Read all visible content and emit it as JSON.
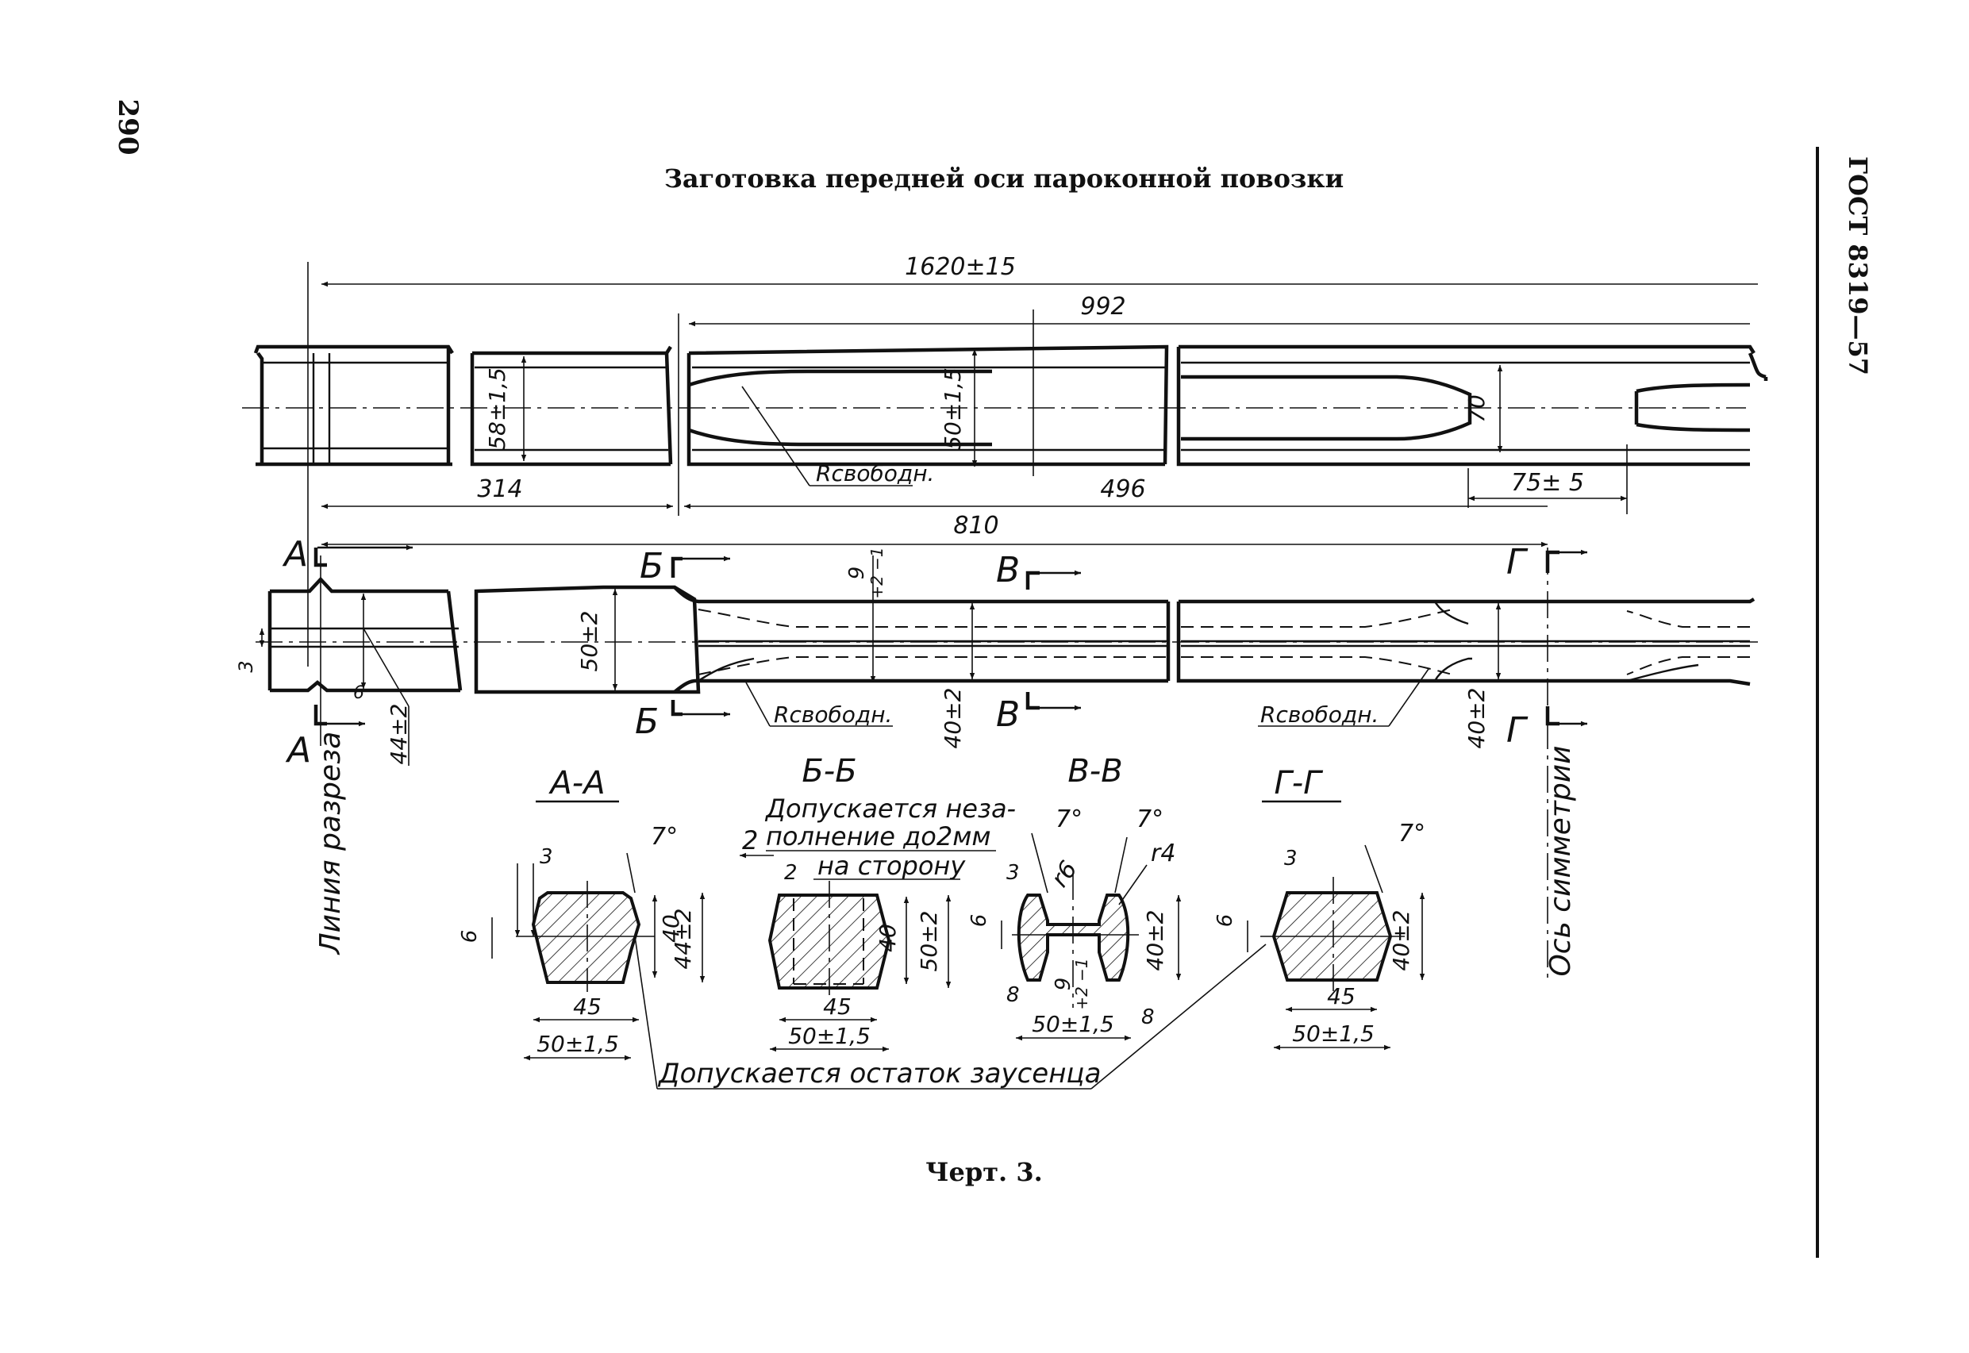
{
  "page_number": "290",
  "standard": "ГОСТ 8319—57",
  "title": "Заготовка передней оси пароконной повозки",
  "caption": "Черт. 3.",
  "dimensions": {
    "overall": "1620±15",
    "d992": "992",
    "d314": "314",
    "d496": "496",
    "d810": "810",
    "d75": "75± 5",
    "h58": "58±1,5",
    "h50": "50±1,5",
    "d70": "70",
    "h50_2": "50±2",
    "h40_a": "40±2",
    "h40_b": "40±2",
    "h44": "44±2",
    "d9": "9",
    "d9_tol": "+2 −1",
    "d3": "3",
    "d6": "6",
    "r_free": "Rсвободн."
  },
  "section_marks": {
    "a": "А",
    "b": "Б",
    "v": "В",
    "g": "Г"
  },
  "labels": {
    "cut_line": "Линия разреза",
    "symmetry_axis": "Ось симметрии",
    "underfill_l1": "Допускается неза-",
    "underfill_l2": "полнение  до2мм",
    "underfill_l3": "на сторону",
    "flash": "Допускается остаток заусенца"
  },
  "sections": {
    "aa": {
      "name": "А-А",
      "d3": "3",
      "angle": "7°",
      "h6": "6",
      "h40": "40",
      "h44": "44±2",
      "w45": "45",
      "w50": "50±1,5"
    },
    "bb": {
      "name": "Б-Б",
      "d2": "2",
      "d2b": "2",
      "h40": "40",
      "h50": "50±2",
      "w45": "45",
      "w50": "50±1,5"
    },
    "vv": {
      "name": "В-В",
      "d3": "3",
      "ang1": "7°",
      "ang2": "7°",
      "r6": "r6",
      "r4": "r4",
      "h6": "6",
      "h40": "40±2",
      "d8a": "8",
      "d8b": "8",
      "d9": "9",
      "d9_tol": "+2 −1",
      "w50": "50±1,5"
    },
    "gg": {
      "name": "Г-Г",
      "d3": "3",
      "angle": "7°",
      "h6": "6",
      "h40": "40±2",
      "w45": "45",
      "w50": "50±1,5"
    }
  }
}
